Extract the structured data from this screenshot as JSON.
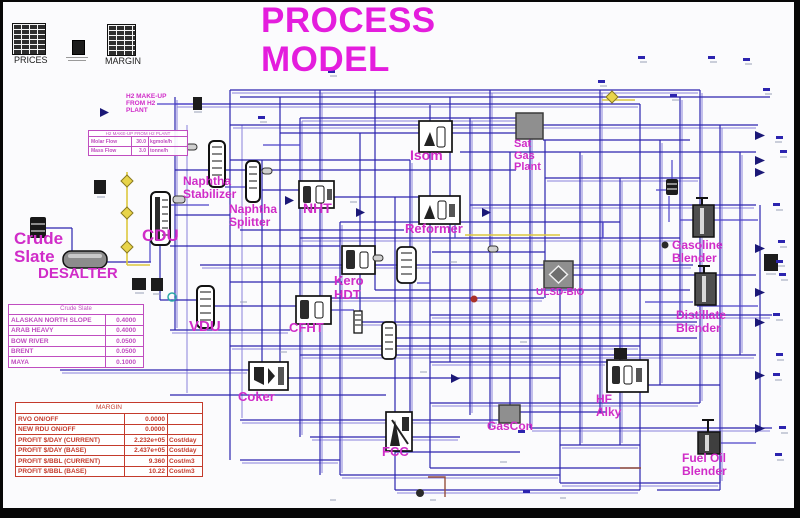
{
  "title": "PROCESS MODEL",
  "legend": {
    "prices_label": "PRICES",
    "margin_label": "MARGIN"
  },
  "h2_makeup": {
    "note": "H2 MAKE-UP FROM H2 PLANT",
    "table": {
      "title": "H2 MAKE-UP FROM H2 PLANT",
      "rows": [
        {
          "name": "Molar Flow",
          "value": "30.0",
          "unit": "kgmole/h"
        },
        {
          "name": "Mass Flow",
          "value": "3.0",
          "unit": "tonne/h"
        }
      ]
    }
  },
  "units": {
    "crude_slate": "Crude Slate",
    "desalter": "DESALTER",
    "cdu": "CDU",
    "vdu": "VDU",
    "naphtha_stabilizer": "Naphtha Stabilizer",
    "naphtha_splitter": "Naphtha Splitter",
    "nht": "NHT",
    "isom": "Isom",
    "sat_gas_plant": "Sat Gas Plant",
    "reformer": "Reformer",
    "kero_hdt": "Kero HDT",
    "cfht": "CFHT",
    "ulsd_bio": "ULSD-BIO",
    "gasoline_blender": "Gasoline Blender",
    "distillate_blender": "Distillate Blender",
    "coker": "Coker",
    "fcc": "FCC",
    "gascon": "GasCon",
    "hf_alky": "HF Alky",
    "fuel_oil_blender": "Fuel Oil Blender"
  },
  "crude_slate_table": {
    "title": "Crude Slate",
    "rows": [
      {
        "name": "ALASKAN NORTH SLOPE",
        "value": "0.4000"
      },
      {
        "name": "ARAB HEAVY",
        "value": "0.4000"
      },
      {
        "name": "BOW RIVER",
        "value": "0.0500"
      },
      {
        "name": "BRENT",
        "value": "0.0500"
      },
      {
        "name": "MAYA",
        "value": "0.1000"
      }
    ]
  },
  "margin_table": {
    "title": "MARGIN",
    "rows": [
      {
        "name": "RVO ON/OFF",
        "value": "0.0000",
        "unit": ""
      },
      {
        "name": "NEW RDU ON/OFF",
        "value": "0.0000",
        "unit": ""
      },
      {
        "name": "PROFIT $/DAY (CURRENT)",
        "value": "2.232e+05",
        "unit": "Cost/day"
      },
      {
        "name": "PROFIT $/DAY (BASE)",
        "value": "2.437e+05",
        "unit": "Cost/day"
      },
      {
        "name": "PROFIT $/BBL (CURRENT)",
        "value": "9.360",
        "unit": "Cost/m3"
      },
      {
        "name": "PROFIT $/BBL (BASE)",
        "value": "10.22",
        "unit": "Cost/m3"
      }
    ]
  },
  "colors": {
    "title_magenta": "#e41ddd",
    "label_magenta": "#d02cc8",
    "table_pink": "#c04ec0",
    "table_red": "#c43b2c",
    "pipe_dark": "#2c24af",
    "pipe_light": "#8a82dc",
    "pipe_yellow": "#ddc83e"
  }
}
